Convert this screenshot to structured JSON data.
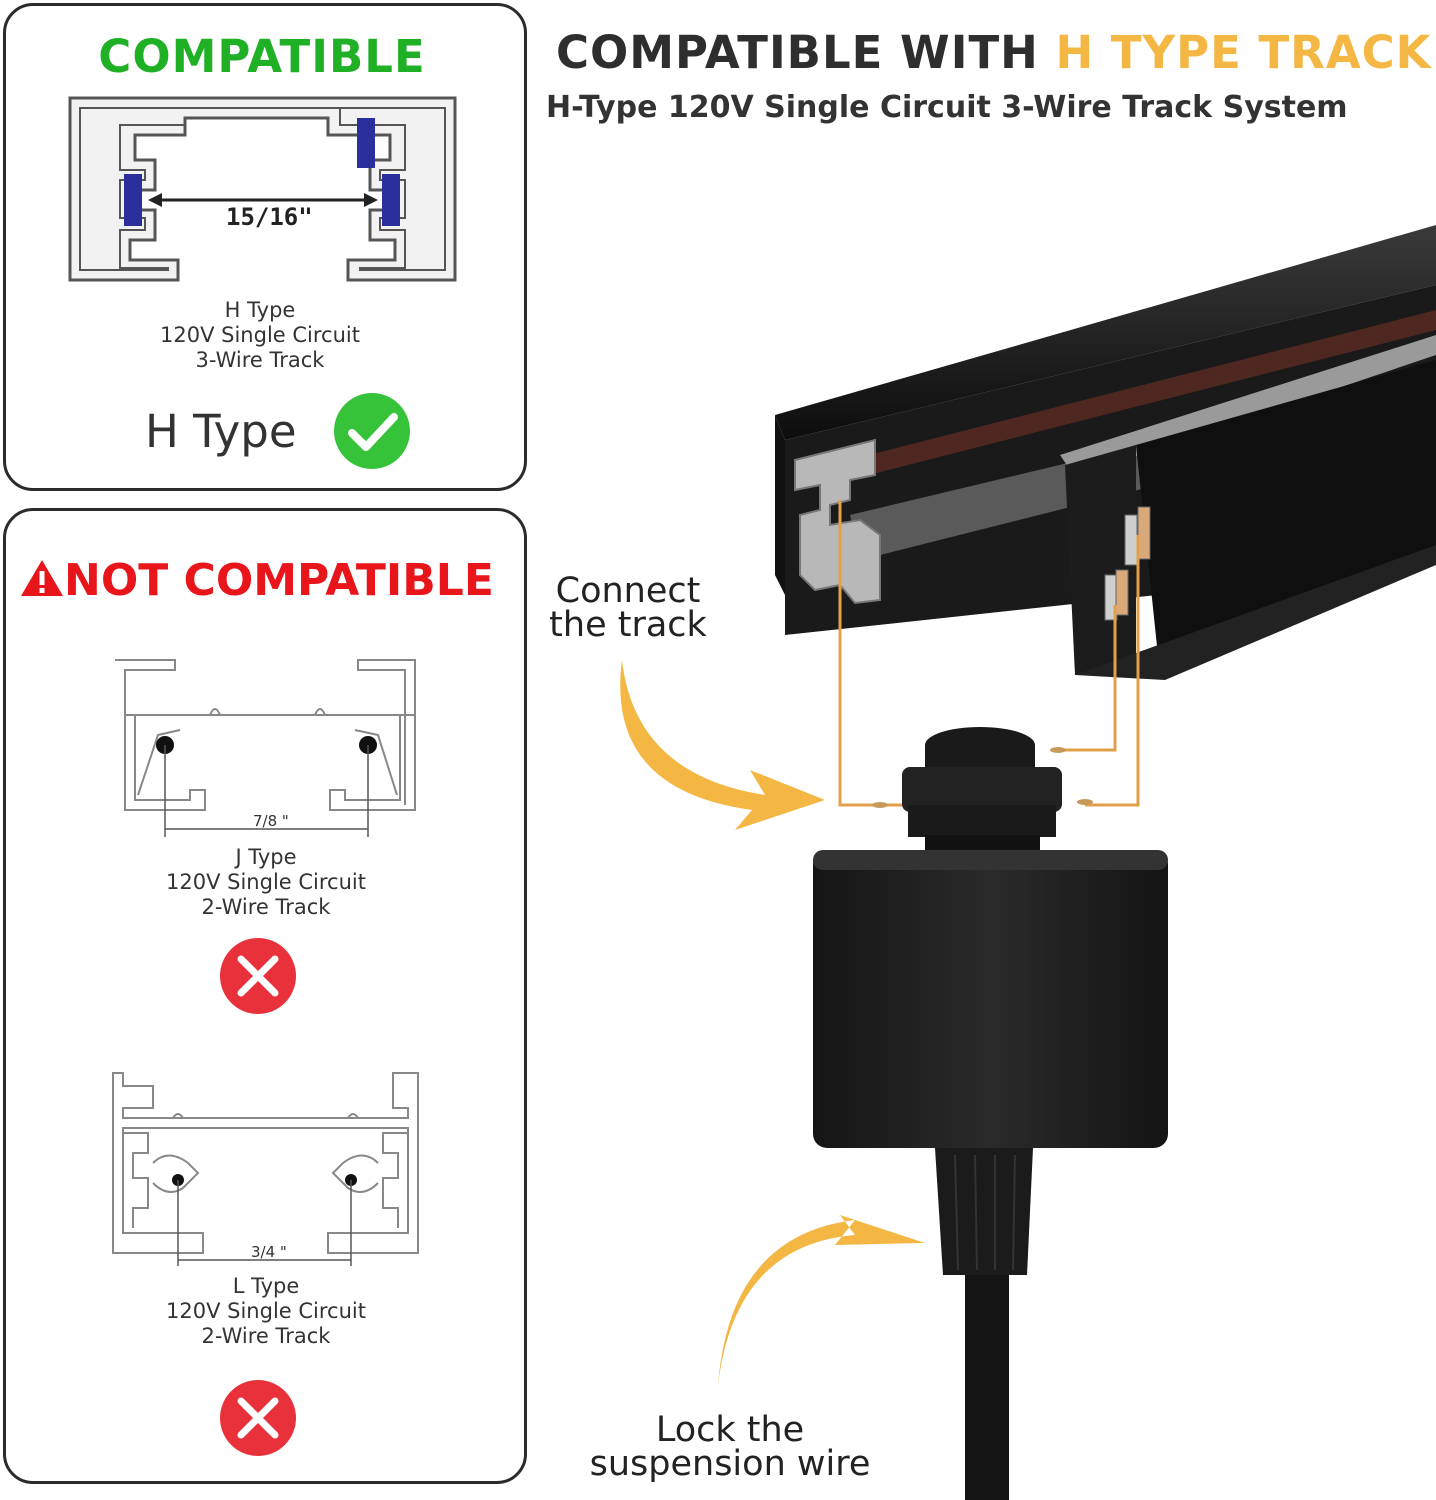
{
  "title": {
    "prefix": "COMPATIBLE WITH",
    "accent": "H TYPE TRACK",
    "subtitle": "H-Type 120V Single Circuit 3-Wire Track System"
  },
  "compatible": {
    "heading": "COMPATIBLE",
    "dimension": "15/16\"",
    "caption_line1": "H Type",
    "caption_line2": "120V Single Circuit",
    "caption_line3": "3-Wire Track",
    "type_label": "H Type",
    "status_icon": "check-circle-icon",
    "color": "#1fb026"
  },
  "not_compatible": {
    "heading": "NOT COMPATIBLE",
    "warning_icon": "warning-triangle-icon",
    "color": "#e8151b",
    "items": [
      {
        "dimension": "7/8 \"",
        "caption_line1": "J Type",
        "caption_line2": "120V Single Circuit",
        "caption_line3": "2-Wire Track",
        "status_icon": "x-circle-icon"
      },
      {
        "dimension": "3/4 \"",
        "caption_line1": "L Type",
        "caption_line2": "120V Single Circuit",
        "caption_line3": "2-Wire Track",
        "status_icon": "x-circle-icon"
      }
    ]
  },
  "callouts": {
    "connect_line1": "Connect",
    "connect_line2": "the track",
    "lock_line1": "Lock the",
    "lock_line2": "suspension wire"
  },
  "colors": {
    "accent": "#f4b744",
    "wire": "#e2a04a",
    "contact_blue": "#2b2f9e"
  }
}
